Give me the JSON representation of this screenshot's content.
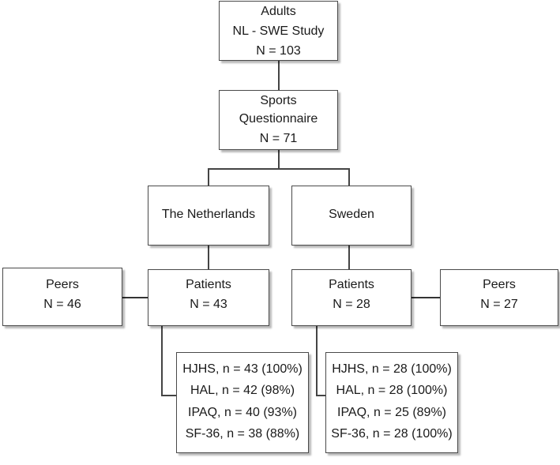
{
  "root": {
    "lines": [
      "Adults",
      "NL - SWE Study",
      "N = 103"
    ]
  },
  "questionnaire": {
    "lines": [
      "Sports",
      "Questionnaire",
      "N = 71"
    ]
  },
  "countries": [
    {
      "label": "The Netherlands"
    },
    {
      "label": "Sweden"
    }
  ],
  "nl": {
    "peers": {
      "lines": [
        "Peers",
        "N = 46"
      ]
    },
    "patients": {
      "lines": [
        "Patients",
        "N = 43"
      ]
    },
    "measures": [
      "HJHS, n = 43 (100%)",
      "HAL, n = 42 (98%)",
      "IPAQ, n = 40 (93%)",
      "SF-36, n = 38 (88%)"
    ]
  },
  "se": {
    "peers": {
      "lines": [
        "Peers",
        "N = 27"
      ]
    },
    "patients": {
      "lines": [
        "Patients",
        "N = 28"
      ]
    },
    "measures": [
      "HJHS, n = 28 (100%)",
      "HAL, n = 28 (100%)",
      "IPAQ, n = 25 (89%)",
      "SF-36, n = 28 (100%)"
    ]
  }
}
